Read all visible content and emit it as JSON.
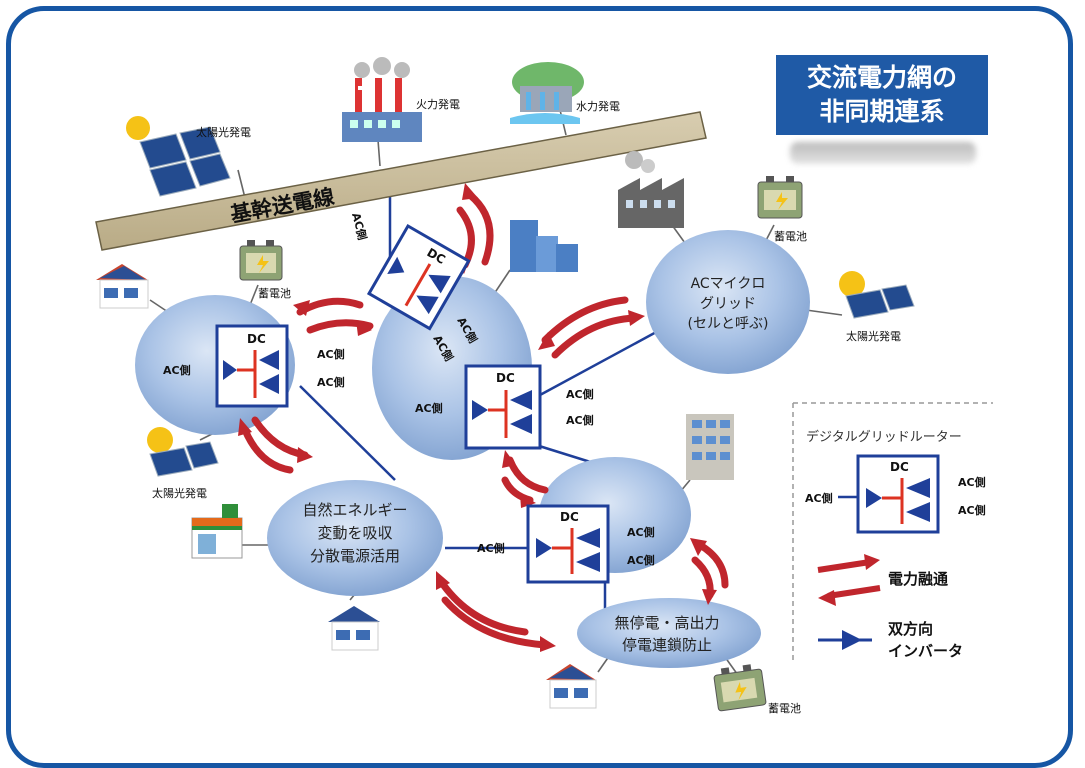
{
  "title": {
    "line1": "交流電力網の",
    "line2": "非同期連系"
  },
  "trunk_line": "基幹送電線",
  "plants": {
    "thermal": "火力発電",
    "hydro": "水力発電",
    "solar_top": "太陽光発電",
    "solar_right": "太陽光発電",
    "solar_left": "太陽光発電"
  },
  "batteries": {
    "left": "蓄電池",
    "right": "蓄電池",
    "bottom": "蓄電池"
  },
  "grids": {
    "ac_micro": [
      "ACマイクロ",
      "グリッド",
      "(セルと呼ぶ)"
    ],
    "renewable": [
      "自然エネルギー",
      "変動を吸収",
      "分散電源活用"
    ],
    "uninterrupted": [
      "無停電・高出力",
      "停電連鎖防止"
    ]
  },
  "router_labels": {
    "dc": "DC",
    "ac_side": "AC側"
  },
  "legend": {
    "router_title": "デジタルグリッドルーター",
    "power_exchange": "電力融通",
    "inverter_line1": "双方向",
    "inverter_line2": "インバータ"
  },
  "colors": {
    "border": "#1656a4",
    "title_bg": "#1f5aa6",
    "arrow_red": "#c0262d",
    "router_blue": "#1f3f99",
    "grid_fill": "#a9c2e6"
  }
}
